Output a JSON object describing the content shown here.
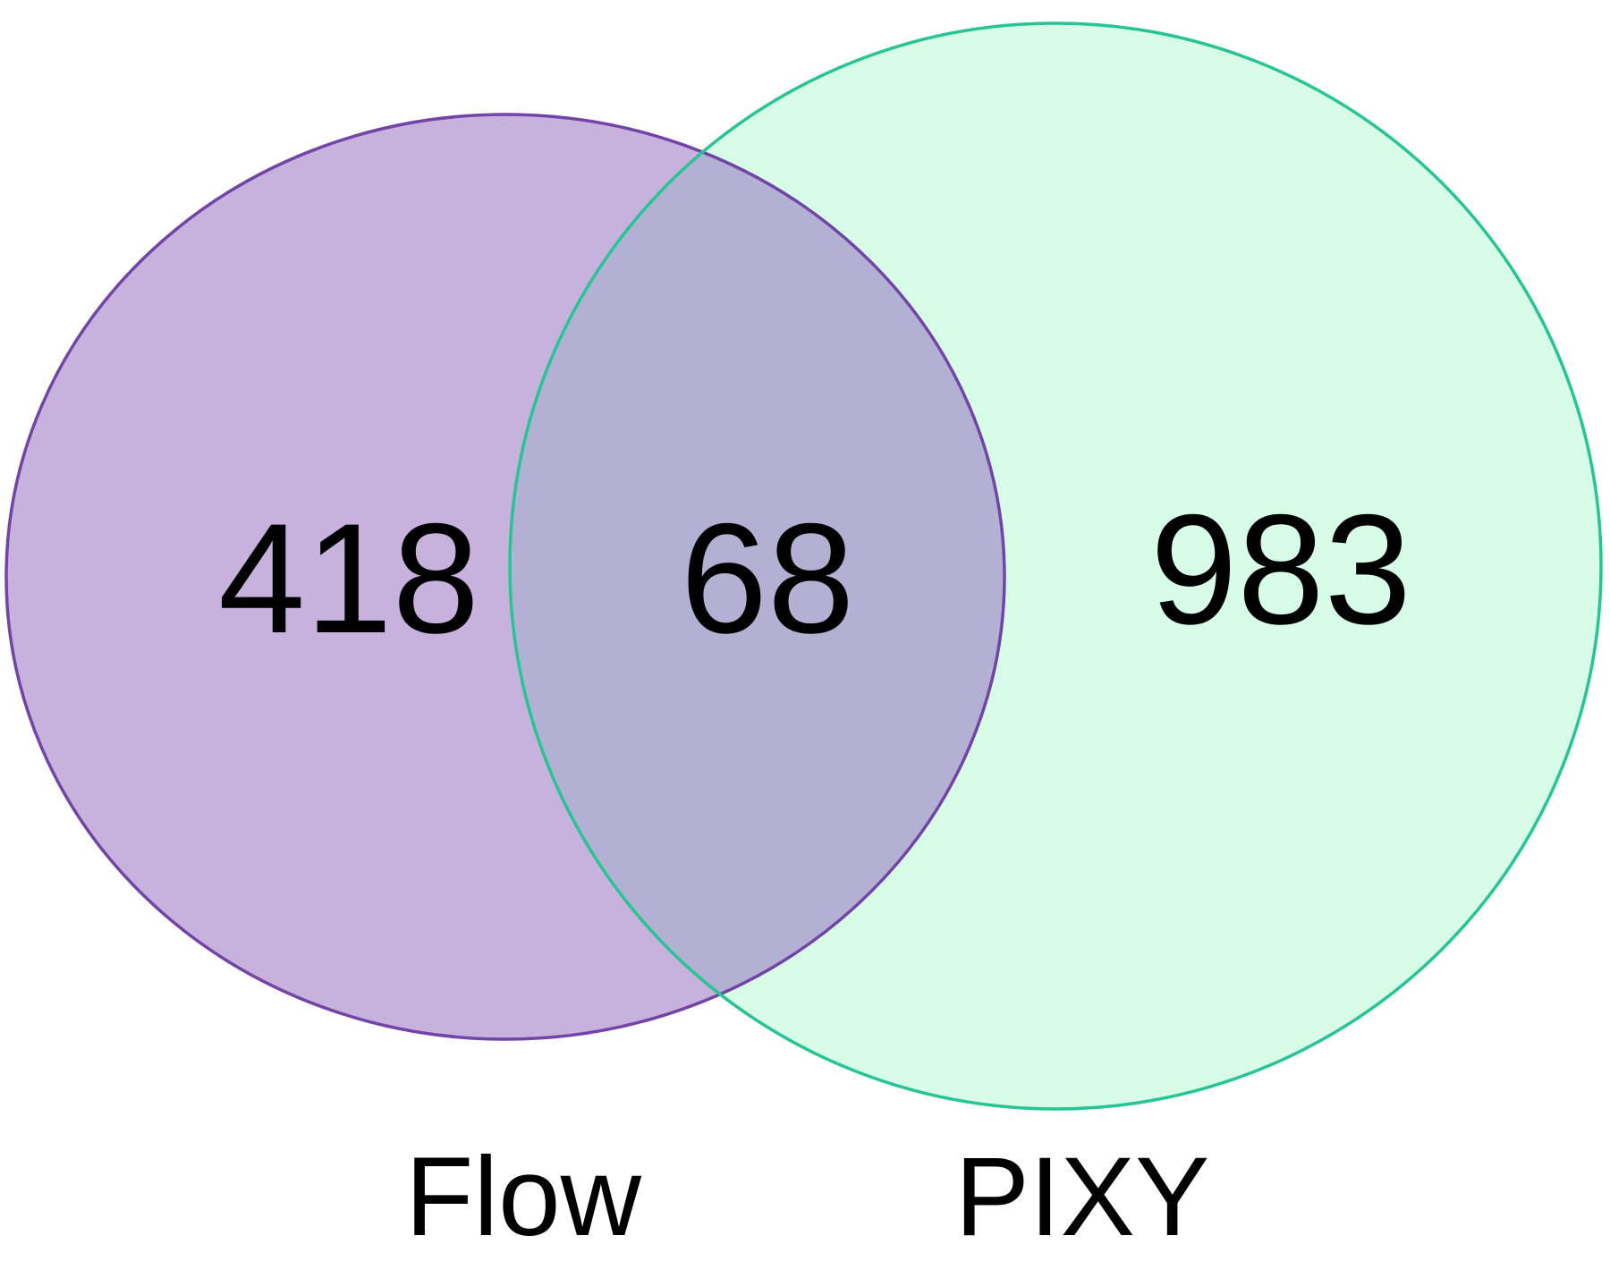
{
  "figure": {
    "type": "venn-diagram",
    "background_color": "#ffffff",
    "text_color": "#000000",
    "left_set": {
      "label": "Flow",
      "exclusive_count": "418",
      "fill": "#8F65BD",
      "fill_opacity": "0.5",
      "stroke": "#7344A8"
    },
    "right_set": {
      "label": "PIXY",
      "exclusive_count": "983",
      "fill": "#D7FCE8",
      "fill_opacity": "1",
      "stroke": "#27C494"
    },
    "intersection": {
      "count": "68"
    }
  },
  "chart_data": {
    "type": "venn",
    "sets": [
      {
        "name": "Flow",
        "exclusive": 418
      },
      {
        "name": "PIXY",
        "exclusive": 983
      }
    ],
    "intersection": 68,
    "region_labels": [
      "418",
      "68",
      "983"
    ],
    "set_labels": [
      "Flow",
      "PIXY"
    ],
    "colors": {
      "flow_fill": "#C7B2DE",
      "pixy_fill": "#D7FCE8",
      "overlap_fill": "#B3B1D2",
      "flow_stroke": "#7344A8",
      "pixy_stroke": "#27C494"
    },
    "legend_position": "below",
    "background": "white"
  }
}
